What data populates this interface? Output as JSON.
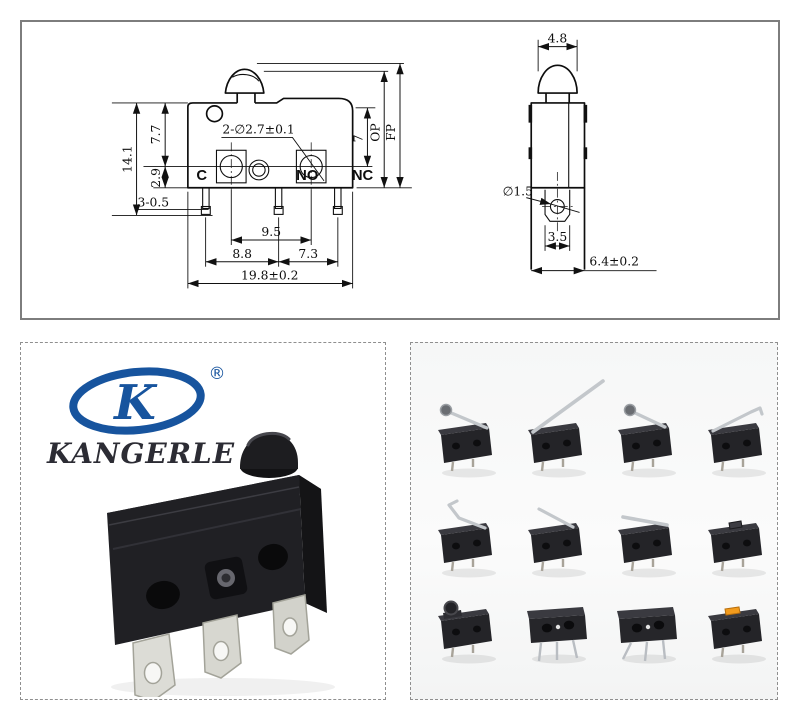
{
  "colors": {
    "brand_blue": "#17549e",
    "brand_text": "#2c2c34",
    "accent_orange": "#f29b1d",
    "panel_border_solid": "#7d7d7d",
    "panel_border_dashed": "#8f8f8f"
  },
  "drawing": {
    "front_view": {
      "hole_callout": "2-∅2.7±0.1",
      "terminal_c": "C",
      "terminal_no": "NO",
      "terminal_nc": "NC",
      "dim_height_total": "14.1",
      "dim_top_to_center": "7.7",
      "dim_center_to_bottom": "2.9",
      "dim_pin_callout": "3-0.5",
      "dim_hole_spacing": "9.5",
      "dim_pin_left": "8.8",
      "dim_pin_right": "7.3",
      "dim_width_total": "19.8±0.2",
      "dim_right_height": "7",
      "op_label": "OP",
      "fp_label": "FP"
    },
    "side_view": {
      "dim_button_width": "4.8",
      "hole_callout": "∅1.5",
      "dim_plunger_width": "3.5",
      "dim_body_width": "6.4±0.2"
    }
  },
  "brand": {
    "name": "KANGERLE",
    "monogram": "K",
    "registered_mark": "®"
  },
  "gallery": {
    "variants": [
      {
        "name": "roller-lever-switch"
      },
      {
        "name": "long-straight-lever-switch"
      },
      {
        "name": "short-roller-lever-switch"
      },
      {
        "name": "simulated-roller-lever-switch"
      },
      {
        "name": "bent-tip-lever-switch"
      },
      {
        "name": "hinge-lever-switch"
      },
      {
        "name": "flat-lever-switch"
      },
      {
        "name": "pin-plunger-switch"
      },
      {
        "name": "roller-plunger-switch"
      },
      {
        "name": "pcb-pin-switch"
      },
      {
        "name": "splayed-pin-switch"
      },
      {
        "name": "orange-button-switch"
      }
    ]
  }
}
